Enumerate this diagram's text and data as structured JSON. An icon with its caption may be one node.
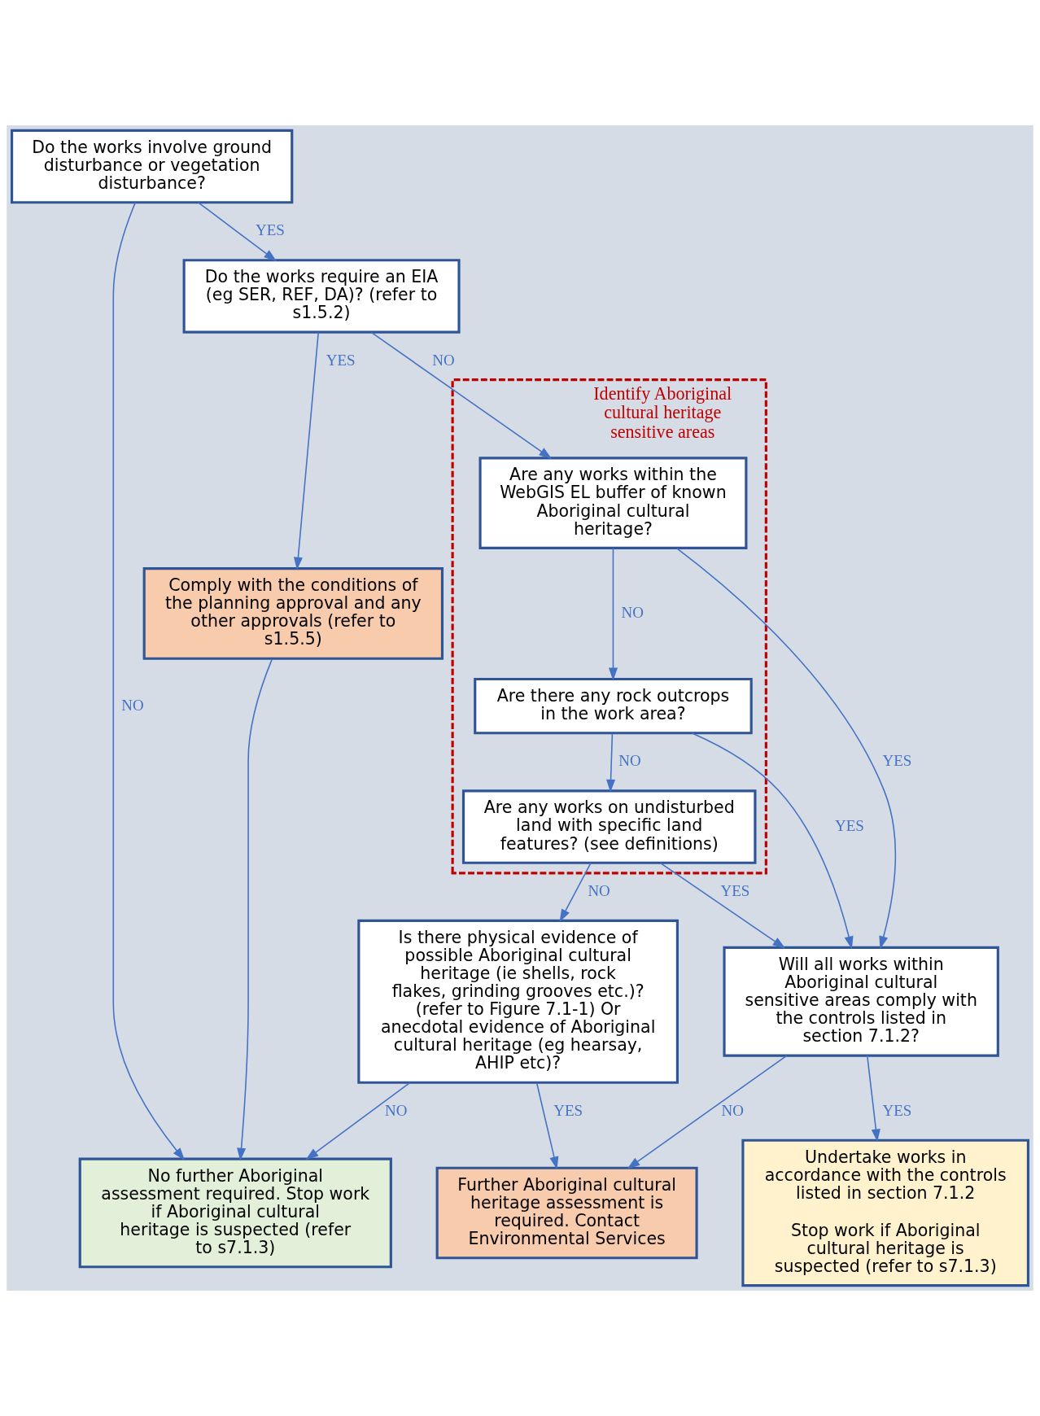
{
  "diagram": {
    "nodes": [
      {
        "text": [
          "Do the works involve ground disturbance or vegetation disturbance?"
        ]
      },
      {
        "text": [
          "Do the works require an EIA (eg SER, REF, DA)? (refer to s1.5.2)"
        ]
      },
      {
        "text": [
          "Comply with the conditions of the planning approval and any other approvals (refer to s1.5.5)"
        ]
      },
      {
        "text": [
          "Identify Aboriginal cultural heritage sensitive areas"
        ]
      },
      {
        "text": [
          "Are any works within the WebGIS EL buffer of known Aboriginal cultural heritage?"
        ],
        "in": 3
      },
      {
        "text": [
          "Are there any rock outcrops in the work area?"
        ],
        "in": 3
      },
      {
        "text": [
          "Are any works on undisturbed land with specific land features? (see definitions)"
        ],
        "in": 3
      },
      {
        "text": [
          "Is there physical evidence of possible Aboriginal cultural heritage (ie shells, rock flakes, grinding grooves etc.)? (refer to Figure 7.1-1) Or anecdotal evidence of Aboriginal cultural heritage (eg hearsay, AHIP etc)?"
        ]
      },
      {
        "text": [
          "Will all works within Aboriginal cultural sensitive areas comply with the controls listed in section 7.1.2?"
        ]
      },
      {
        "text": [
          "Undertake works in accordance with the controls listed in section 7.1.2",
          "Stop work if Aboriginal cultural heritage is suspected (refer to s7.1.3)"
        ]
      },
      {
        "text": [
          "Further Aboriginal cultural heritage assessment is required. Contact Environmental Services"
        ]
      },
      {
        "text": [
          "No further Aboriginal assessment required. Stop work if Aboriginal cultural heritage is suspected (refer to s7.1.3)"
        ]
      }
    ],
    "edges": [
      {
        "from": 0,
        "to": 11,
        "arrow": "to",
        "label": "NO"
      },
      {
        "from": 0,
        "to": 1,
        "arrow": "to",
        "label": "YES"
      },
      {
        "from": 1,
        "to": 2,
        "arrow": "to",
        "label": "YES"
      },
      {
        "from": 1,
        "to": 4,
        "arrow": "to",
        "label": "NO"
      },
      {
        "from": 4,
        "to": 5,
        "arrow": "to",
        "label": "NO"
      },
      {
        "from": 5,
        "to": 6,
        "arrow": "to",
        "label": "NO"
      },
      {
        "from": 6,
        "to": 7,
        "arrow": "to",
        "label": "NO"
      },
      {
        "from": 4,
        "to": 8,
        "arrow": "to",
        "label": "YES"
      },
      {
        "from": 5,
        "to": 8,
        "arrow": "to",
        "label": "YES"
      },
      {
        "from": 6,
        "to": 8,
        "arrow": "to",
        "label": "YES"
      },
      {
        "from": 7,
        "to": 11,
        "arrow": "to",
        "label": "NO"
      },
      {
        "from": 7,
        "to": 10,
        "arrow": "to",
        "label": "YES"
      },
      {
        "from": 8,
        "to": 10,
        "arrow": "to",
        "label": "NO"
      },
      {
        "from": 8,
        "to": 9,
        "arrow": "to",
        "label": "YES"
      },
      {
        "from": 2,
        "to": 11,
        "arrow": "to"
      }
    ]
  }
}
